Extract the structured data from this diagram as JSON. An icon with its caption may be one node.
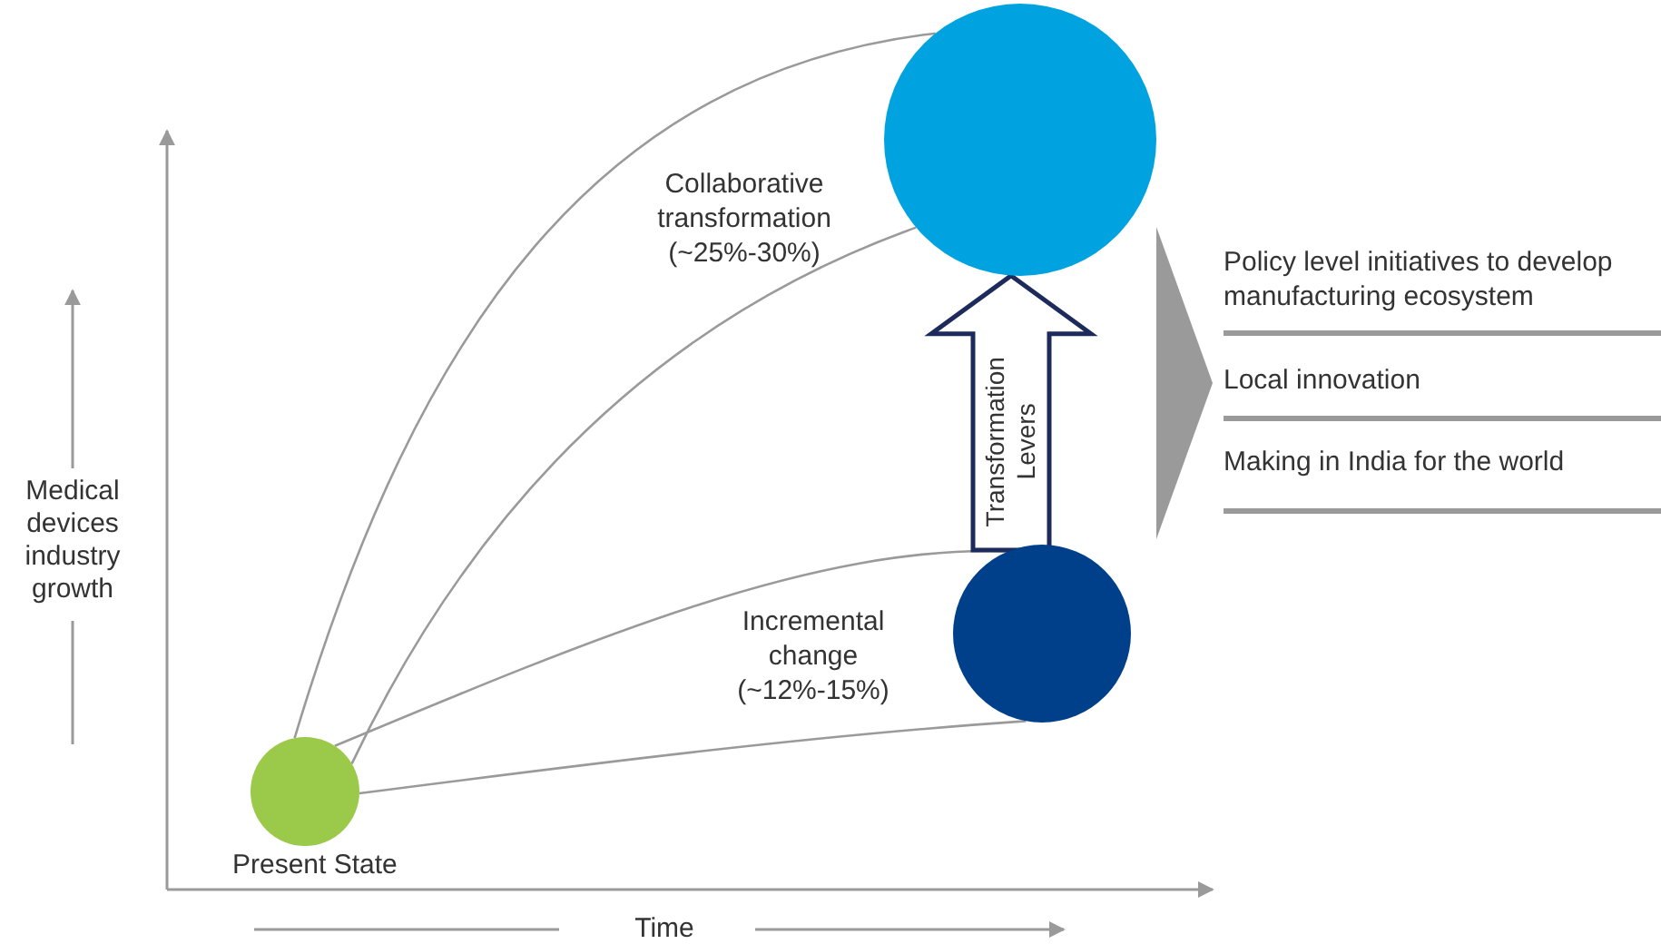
{
  "diagram": {
    "nodes": [
      {
        "text": [],
        "shape": "circle",
        "beside": [
          "Present State"
        ]
      },
      {
        "text": [],
        "shape": "circle"
      },
      {
        "text": [],
        "shape": "circle"
      },
      {
        "text": [],
        "shape": "triangle"
      }
    ],
    "edges": [
      {
        "from": 0,
        "to": 1,
        "arrow": "none"
      },
      {
        "from": 0,
        "to": 1,
        "arrow": "none"
      },
      {
        "from": 0,
        "to": 2,
        "arrow": "none"
      },
      {
        "from": 0,
        "to": 2,
        "arrow": "none"
      },
      {
        "from": 2,
        "to": 1,
        "arrow": "to",
        "label": "Transformation Levers"
      }
    ],
    "labels": [
      "Collaborative transformation (~25%-30%)",
      "Policy level initiatives to develop manufacturing ecosystem",
      "Local innovation",
      "Making in India for the world",
      "Medical devices industry growth",
      "Incremental change (~12%-15%)",
      "Time"
    ]
  }
}
